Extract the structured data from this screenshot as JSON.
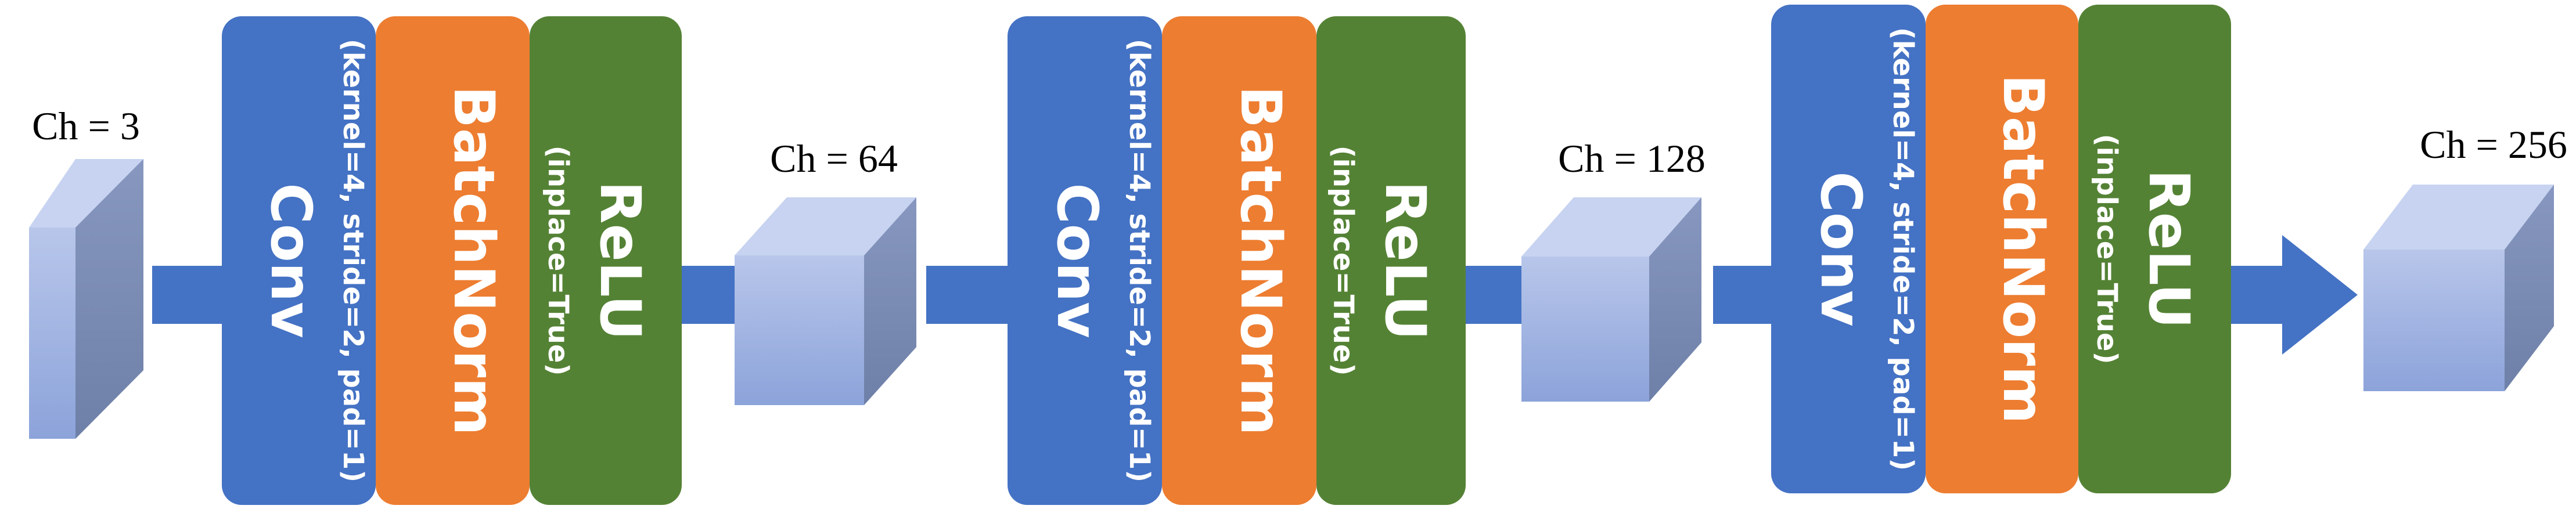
{
  "diagram": {
    "stages": [
      {
        "channel_label": "Ch = 3"
      },
      {
        "channel_label": "Ch = 64"
      },
      {
        "channel_label": "Ch = 128"
      },
      {
        "channel_label": "Ch = 256"
      }
    ],
    "groups": [
      {
        "conv": {
          "title": "Conv",
          "params": "(kernel=4, stride=2, pad=1)"
        },
        "norm": {
          "title": "BatchNorm"
        },
        "act": {
          "title": "ReLU",
          "params": "(inplace=True)"
        }
      },
      {
        "conv": {
          "title": "Conv",
          "params": "(kernel=4, stride=2, pad=1)"
        },
        "norm": {
          "title": "BatchNorm"
        },
        "act": {
          "title": "ReLU",
          "params": "(inplace=True)"
        }
      },
      {
        "conv": {
          "title": "Conv",
          "params": "(kernel=4, stride=2, pad=1)"
        },
        "norm": {
          "title": "BatchNorm"
        },
        "act": {
          "title": "ReLU",
          "params": "(inplace=True)"
        }
      }
    ],
    "colors": {
      "conv": "#4472C4",
      "batchnorm": "#ED7D31",
      "relu": "#548235",
      "arrow": "#4472C4",
      "cube_front_top": "#B8C6EA",
      "cube_front_bottom": "#8CA3DA",
      "cube_top": "#C7D3F0",
      "cube_side": "#7A8DB7"
    }
  }
}
